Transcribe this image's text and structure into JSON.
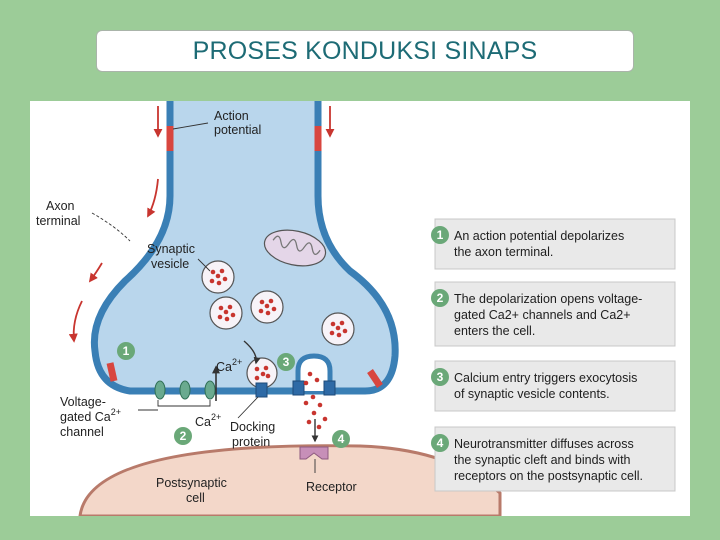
{
  "title": "PROSES KONDUKSI SINAPS",
  "labels": {
    "action_potential_1": "Action",
    "action_potential_2": "potential",
    "axon_terminal_1": "Axon",
    "axon_terminal_2": "terminal",
    "synaptic_vesicle_1": "Synaptic",
    "synaptic_vesicle_2": "vesicle",
    "ca_ion": "Ca",
    "ca_charge": "2+",
    "vgcc_1": "Voltage-",
    "vgcc_2a": "gated Ca",
    "vgcc_2b": "2+",
    "vgcc_3": "channel",
    "ca_ion_2": "Ca",
    "ca_charge_2": "2+",
    "docking_1": "Docking",
    "docking_2": "protein",
    "postsynaptic_1": "Postsynaptic",
    "postsynaptic_2": "cell",
    "receptor": "Receptor"
  },
  "numbers": [
    "1",
    "2",
    "3",
    "4"
  ],
  "steps": [
    {
      "num": "1",
      "lines": [
        "An action potential depolarizes",
        "the axon terminal."
      ]
    },
    {
      "num": "2",
      "lines": [
        "The depolarization opens voltage-",
        "gated Ca2+ channels and Ca2+",
        "enters the cell."
      ]
    },
    {
      "num": "3",
      "lines": [
        "Calcium entry triggers exocytosis",
        "of synaptic vesicle contents."
      ]
    },
    {
      "num": "4",
      "lines": [
        "Neurotransmitter diffuses across",
        "the synaptic cleft and binds with",
        "receptors on the postsynaptic cell."
      ]
    }
  ],
  "colors": {
    "background": "#9ccc98",
    "title_text": "#1d6b75",
    "membrane": "#3a7fb5",
    "cytoplasm": "#b9d6ec",
    "action_potential": "#d8463f",
    "step_badge": "#6aa878",
    "channel": "#6aaa8f",
    "receptor": "#c78fb8"
  }
}
